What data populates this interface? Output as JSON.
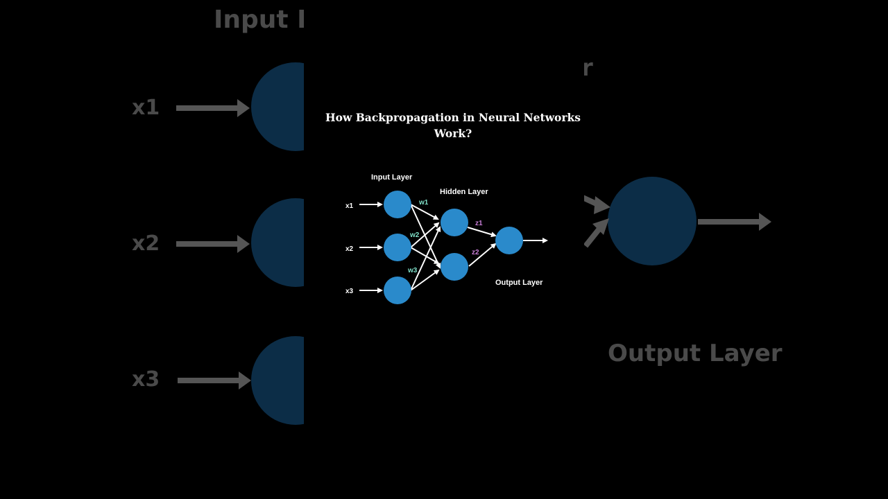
{
  "title_line1": "How Backpropagation in Neural Networks",
  "title_line2": "Work?",
  "layers": {
    "input": "Input Layer",
    "hidden": "Hidden Layer",
    "output": "Output Layer"
  },
  "inputs": [
    "x1",
    "x2",
    "x3"
  ],
  "weights": [
    "w1",
    "w2",
    "w3"
  ],
  "hidden_outputs": [
    "z1",
    "z2"
  ],
  "background": {
    "input_label": "Input La",
    "output_label_fragment": "r",
    "output_label": "Output Layer",
    "inputs": [
      "x1",
      "x2",
      "x3"
    ]
  },
  "colors": {
    "node": "#2a8acb",
    "weight_label": "#7fe0c8",
    "z_label": "#c77dd6",
    "bg_node": "#0c2d47"
  }
}
